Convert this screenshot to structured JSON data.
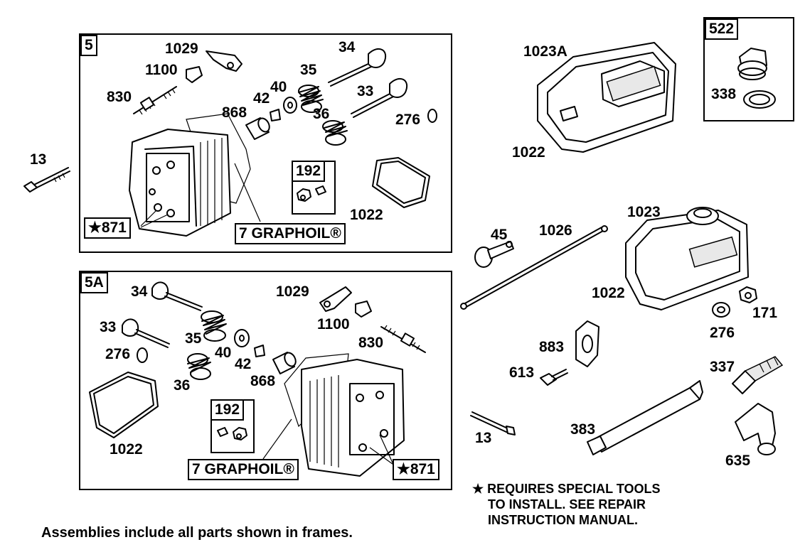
{
  "frames": {
    "f5": {
      "id": "5"
    },
    "f5a": {
      "id": "5A"
    },
    "f522": {
      "id": "522"
    }
  },
  "labels": {
    "a1029": "1029",
    "a1100": "1100",
    "a830": "830",
    "a34": "34",
    "a35": "35",
    "a40": "40",
    "a42": "42",
    "a33": "33",
    "a868": "868",
    "a36": "36",
    "a276": "276",
    "a192": "192",
    "a1022": "1022",
    "a871": "★871",
    "agraphoil": "7 GRAPHOIL®",
    "a13": "13",
    "b34": "34",
    "b33": "33",
    "b276": "276",
    "b35": "35",
    "b40": "40",
    "b42": "42",
    "b868": "868",
    "b36": "36",
    "b1029": "1029",
    "b1100": "1100",
    "b830": "830",
    "b192": "192",
    "b1022": "1022",
    "bgraphoil": "7 GRAPHOIL®",
    "b871": "★871",
    "c1023A": "1023A",
    "c1022": "1022",
    "c338": "338",
    "c45": "45",
    "c1026": "1026",
    "c1023": "1023",
    "c1022b": "1022",
    "c276": "276",
    "c171": "171",
    "c883": "883",
    "c613": "613",
    "c337": "337",
    "c13": "13",
    "c383": "383",
    "c635": "635"
  },
  "notes": {
    "special_tools": [
      "★ REQUIRES SPECIAL TOOLS",
      "TO INSTALL.  SEE REPAIR",
      "INSTRUCTION MANUAL."
    ],
    "footer": "Assemblies include all parts shown in frames."
  }
}
